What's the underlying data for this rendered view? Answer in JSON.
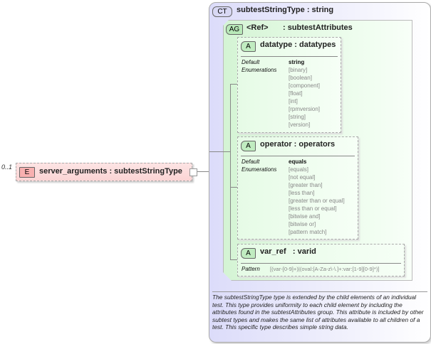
{
  "element": {
    "occurrence": "0..1",
    "badge": "E",
    "name": "server_arguments",
    "type": "subtestStringType",
    "separator": " : "
  },
  "complex_type": {
    "badge": "CT",
    "name": "subtestStringType",
    "base": "string",
    "description": "The subtestStringType type is extended by the child elements of an individual test.  This type provides uniformity to each child element by including the attributes found in the subtestAttributes group.  This attribute is included by other subtest types and makes the same list of attributes available to all children of a test.  This specific type describes simple string data."
  },
  "attribute_group": {
    "badge": "AG",
    "ref": "<Ref>",
    "name": ": subtestAttributes"
  },
  "attributes": [
    {
      "badge": "A",
      "name": "datatype",
      "type": "datatypes",
      "default_label": "Default",
      "enum_label": "Enumerations",
      "default": "string",
      "enumerations": [
        "[binary]",
        "[boolean]",
        "[component]",
        "[float]",
        "[int]",
        "[rpmversion]",
        "[string]",
        "[version]"
      ]
    },
    {
      "badge": "A",
      "name": "operator",
      "type": "operators",
      "default_label": "Default",
      "enum_label": "Enumerations",
      "default": "equals",
      "enumerations": [
        "[equals]",
        "[not equal]",
        "[greater than]",
        "[less than]",
        "[greater than or equal]",
        "[less than or equal]",
        "[bitwise and]",
        "[bitwise or]",
        "[pattern match]"
      ]
    },
    {
      "badge": "A",
      "name": "var_ref",
      "type": "varid",
      "pattern_label": "Pattern",
      "pattern": "[(var-[0-9]+)|(oval:[A-Za-z\\-\\.]+:var:[1-9][0-9]*)]"
    }
  ],
  "colors": {
    "element": "#fbd4d4",
    "complex_type": "#dcdcfa",
    "attribute": "#e6fbe6"
  }
}
